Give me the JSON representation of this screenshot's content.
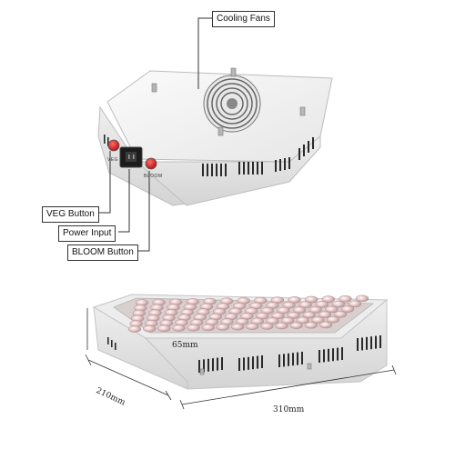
{
  "labels": {
    "cooling_fans": "Cooling Fans",
    "veg_button": "VEG Button",
    "power_input": "Power Input",
    "bloom_button": "BLOOM Button"
  },
  "panel_text": {
    "veg": "VEG",
    "bloom": "BLOOM"
  },
  "dimensions": {
    "height": "65mm",
    "depth": "210mm",
    "width": "310mm"
  },
  "colors": {
    "housing": "#f2f2f2",
    "shadow": "#cfcfcf",
    "switch_red": "#d81e1e",
    "led_pink": "#e8c6c6",
    "line": "#333333"
  }
}
